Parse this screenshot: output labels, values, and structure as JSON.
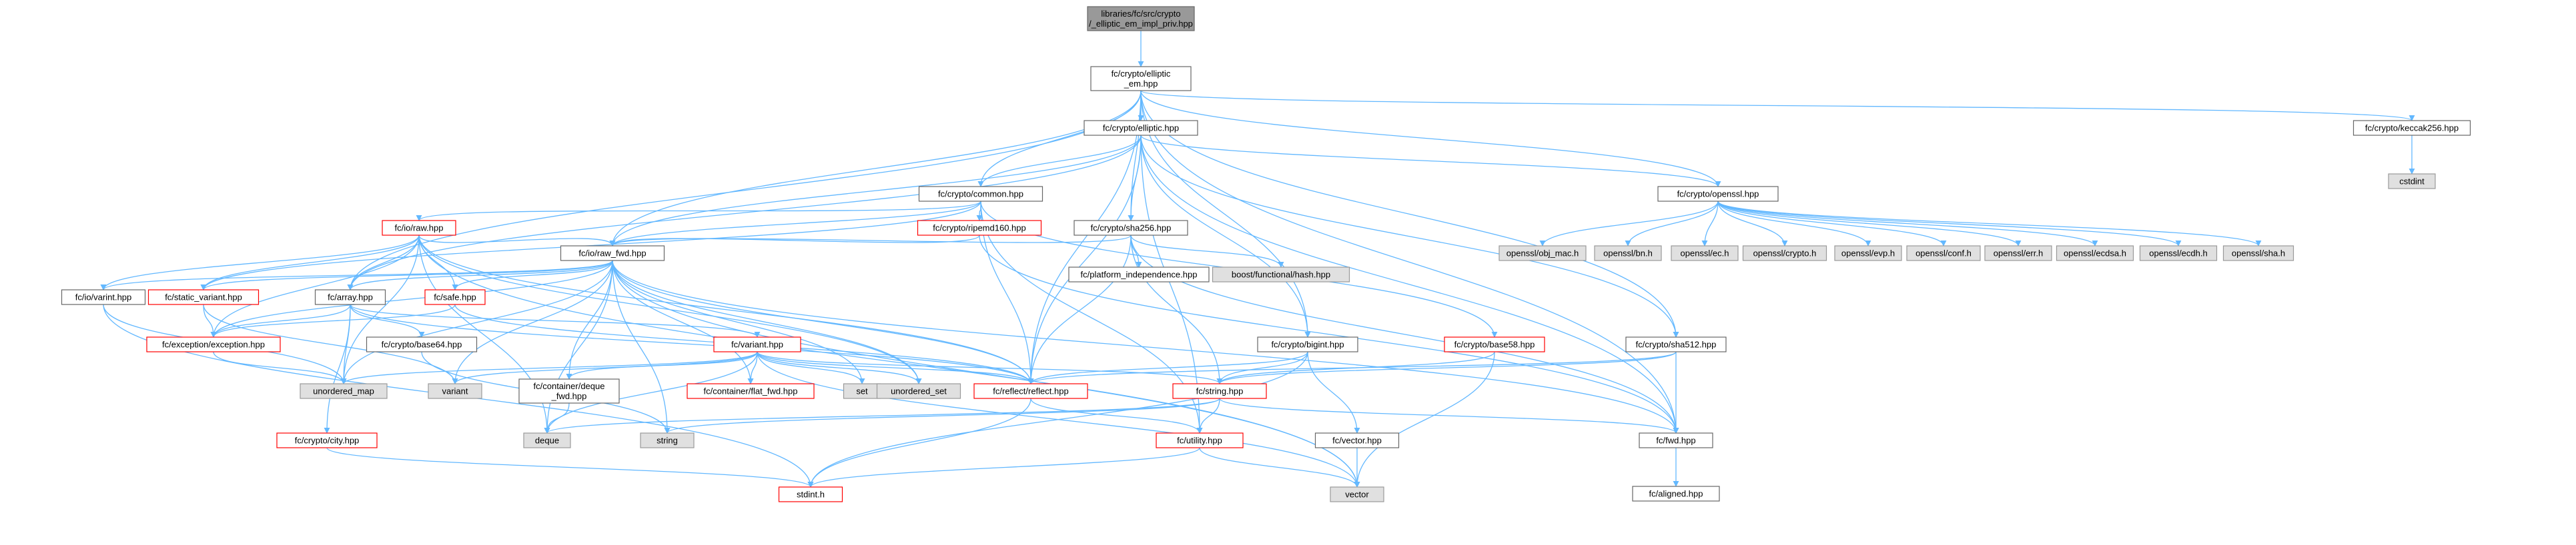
{
  "colors": {
    "edge": "#63b8ff",
    "root_fill": "#999999",
    "root_stroke": "#666666",
    "node_fill": "#ffffff",
    "node_stroke": "#666666",
    "missing_stroke": "#ff0000",
    "system_fill": "#e0e0e0",
    "system_stroke": "#999999"
  },
  "nodes": [
    {
      "id": "root",
      "kind": "root",
      "lines": [
        "libraries/fc/src/crypto",
        "/_elliptic_em_impl_priv.hpp"
      ]
    },
    {
      "id": "elliptic_em",
      "kind": "normal",
      "lines": [
        "fc/crypto/elliptic",
        "_em.hpp"
      ]
    },
    {
      "id": "elliptic",
      "kind": "normal",
      "lines": [
        "fc/crypto/elliptic.hpp"
      ]
    },
    {
      "id": "keccak",
      "kind": "normal",
      "lines": [
        "fc/crypto/keccak256.hpp"
      ]
    },
    {
      "id": "cstdint",
      "kind": "system",
      "lines": [
        "cstdint"
      ]
    },
    {
      "id": "openssl",
      "kind": "normal",
      "lines": [
        "fc/crypto/openssl.hpp"
      ]
    },
    {
      "id": "common",
      "kind": "normal",
      "lines": [
        "fc/crypto/common.hpp"
      ]
    },
    {
      "id": "sha256",
      "kind": "normal",
      "lines": [
        "fc/crypto/sha256.hpp"
      ]
    },
    {
      "id": "ripemd",
      "kind": "missing",
      "lines": [
        "fc/crypto/ripemd160.hpp"
      ]
    },
    {
      "id": "raw",
      "kind": "missing",
      "lines": [
        "fc/io/raw.hpp"
      ]
    },
    {
      "id": "raw_fwd",
      "kind": "normal",
      "lines": [
        "fc/io/raw_fwd.hpp"
      ]
    },
    {
      "id": "platform",
      "kind": "normal",
      "lines": [
        "fc/platform_independence.hpp"
      ]
    },
    {
      "id": "boost_hash",
      "kind": "system",
      "lines": [
        "boost/functional/hash.hpp"
      ]
    },
    {
      "id": "objmac",
      "kind": "system",
      "lines": [
        "openssl/obj_mac.h"
      ]
    },
    {
      "id": "bn",
      "kind": "system",
      "lines": [
        "openssl/bn.h"
      ]
    },
    {
      "id": "ec",
      "kind": "system",
      "lines": [
        "openssl/ec.h"
      ]
    },
    {
      "id": "crypto",
      "kind": "system",
      "lines": [
        "openssl/crypto.h"
      ]
    },
    {
      "id": "evp",
      "kind": "system",
      "lines": [
        "openssl/evp.h"
      ]
    },
    {
      "id": "conf",
      "kind": "system",
      "lines": [
        "openssl/conf.h"
      ]
    },
    {
      "id": "err",
      "kind": "system",
      "lines": [
        "openssl/err.h"
      ]
    },
    {
      "id": "ecdsa",
      "kind": "system",
      "lines": [
        "openssl/ecdsa.h"
      ]
    },
    {
      "id": "ecdh",
      "kind": "system",
      "lines": [
        "openssl/ecdh.h"
      ]
    },
    {
      "id": "sha_h",
      "kind": "system",
      "lines": [
        "openssl/sha.h"
      ]
    },
    {
      "id": "varint",
      "kind": "normal",
      "lines": [
        "fc/io/varint.hpp"
      ]
    },
    {
      "id": "static_variant",
      "kind": "missing",
      "lines": [
        "fc/static_variant.hpp"
      ]
    },
    {
      "id": "array",
      "kind": "normal",
      "lines": [
        "fc/array.hpp"
      ]
    },
    {
      "id": "safe",
      "kind": "missing",
      "lines": [
        "fc/safe.hpp"
      ]
    },
    {
      "id": "exception",
      "kind": "missing",
      "lines": [
        "fc/exception/exception.hpp"
      ]
    },
    {
      "id": "base64",
      "kind": "normal",
      "lines": [
        "fc/crypto/base64.hpp"
      ]
    },
    {
      "id": "variant",
      "kind": "missing",
      "lines": [
        "fc/variant.hpp"
      ]
    },
    {
      "id": "bigint",
      "kind": "normal",
      "lines": [
        "fc/crypto/bigint.hpp"
      ]
    },
    {
      "id": "base58",
      "kind": "missing",
      "lines": [
        "fc/crypto/base58.hpp"
      ]
    },
    {
      "id": "sha512",
      "kind": "normal",
      "lines": [
        "fc/crypto/sha512.hpp"
      ]
    },
    {
      "id": "unordered_map",
      "kind": "system",
      "lines": [
        "unordered_map"
      ]
    },
    {
      "id": "variant_sys",
      "kind": "system",
      "lines": [
        "variant"
      ]
    },
    {
      "id": "deque_fwd",
      "kind": "normal",
      "lines": [
        "fc/container/deque",
        "_fwd.hpp"
      ]
    },
    {
      "id": "flat_fwd",
      "kind": "missing",
      "lines": [
        "fc/container/flat_fwd.hpp"
      ]
    },
    {
      "id": "set",
      "kind": "system",
      "lines": [
        "set"
      ]
    },
    {
      "id": "unordered_set",
      "kind": "system",
      "lines": [
        "unordered_set"
      ]
    },
    {
      "id": "reflect",
      "kind": "missing",
      "lines": [
        "fc/reflect/reflect.hpp"
      ]
    },
    {
      "id": "string",
      "kind": "missing",
      "lines": [
        "fc/string.hpp"
      ]
    },
    {
      "id": "city",
      "kind": "missing",
      "lines": [
        "fc/crypto/city.hpp"
      ]
    },
    {
      "id": "deque",
      "kind": "system",
      "lines": [
        "deque"
      ]
    },
    {
      "id": "string_sys",
      "kind": "system",
      "lines": [
        "string"
      ]
    },
    {
      "id": "utility",
      "kind": "missing",
      "lines": [
        "fc/utility.hpp"
      ]
    },
    {
      "id": "vector_hpp",
      "kind": "normal",
      "lines": [
        "fc/vector.hpp"
      ]
    },
    {
      "id": "fwd",
      "kind": "normal",
      "lines": [
        "fc/fwd.hpp"
      ]
    },
    {
      "id": "aligned",
      "kind": "normal",
      "lines": [
        "fc/aligned.hpp"
      ]
    },
    {
      "id": "stdint",
      "kind": "missing",
      "lines": [
        "stdint.h"
      ]
    },
    {
      "id": "vector_sys",
      "kind": "system",
      "lines": [
        "vector"
      ]
    }
  ],
  "edges": [
    [
      "root",
      "elliptic_em"
    ],
    [
      "elliptic_em",
      "elliptic"
    ],
    [
      "elliptic_em",
      "keccak"
    ],
    [
      "elliptic_em",
      "openssl"
    ],
    [
      "elliptic_em",
      "common"
    ],
    [
      "elliptic_em",
      "sha256"
    ],
    [
      "elliptic_em",
      "raw_fwd"
    ],
    [
      "elliptic_em",
      "array"
    ],
    [
      "elliptic_em",
      "reflect"
    ],
    [
      "elliptic_em",
      "bigint"
    ],
    [
      "elliptic_em",
      "sha512"
    ],
    [
      "elliptic_em",
      "fwd"
    ],
    [
      "keccak",
      "cstdint"
    ],
    [
      "elliptic",
      "common"
    ],
    [
      "elliptic",
      "openssl"
    ],
    [
      "elliptic",
      "sha256"
    ],
    [
      "elliptic",
      "sha512"
    ],
    [
      "elliptic",
      "array"
    ],
    [
      "elliptic",
      "raw_fwd"
    ],
    [
      "elliptic",
      "reflect"
    ],
    [
      "elliptic",
      "bigint"
    ],
    [
      "elliptic",
      "utility"
    ],
    [
      "elliptic",
      "fwd"
    ],
    [
      "openssl",
      "objmac"
    ],
    [
      "openssl",
      "bn"
    ],
    [
      "openssl",
      "ec"
    ],
    [
      "openssl",
      "crypto"
    ],
    [
      "openssl",
      "evp"
    ],
    [
      "openssl",
      "conf"
    ],
    [
      "openssl",
      "err"
    ],
    [
      "openssl",
      "ecdsa"
    ],
    [
      "openssl",
      "ecdh"
    ],
    [
      "openssl",
      "sha_h"
    ],
    [
      "common",
      "ripemd"
    ],
    [
      "common",
      "raw"
    ],
    [
      "common",
      "raw_fwd"
    ],
    [
      "common",
      "reflect"
    ],
    [
      "common",
      "static_variant"
    ],
    [
      "common",
      "base58"
    ],
    [
      "common",
      "utility"
    ],
    [
      "ripemd",
      "raw_fwd"
    ],
    [
      "ripemd",
      "fwd"
    ],
    [
      "sha256",
      "platform"
    ],
    [
      "sha256",
      "boost_hash"
    ],
    [
      "sha256",
      "raw_fwd"
    ],
    [
      "sha256",
      "string"
    ],
    [
      "sha256",
      "reflect"
    ],
    [
      "sha256",
      "fwd"
    ],
    [
      "raw",
      "raw_fwd"
    ],
    [
      "raw",
      "varint"
    ],
    [
      "raw",
      "static_variant"
    ],
    [
      "raw",
      "array"
    ],
    [
      "raw",
      "safe"
    ],
    [
      "raw",
      "exception"
    ],
    [
      "raw",
      "reflect"
    ],
    [
      "raw",
      "unordered_map"
    ],
    [
      "raw",
      "deque"
    ],
    [
      "raw",
      "vector_sys"
    ],
    [
      "raw",
      "unordered_set"
    ],
    [
      "raw_fwd",
      "varint"
    ],
    [
      "raw_fwd",
      "static_variant"
    ],
    [
      "raw_fwd",
      "array"
    ],
    [
      "raw_fwd",
      "safe"
    ],
    [
      "raw_fwd",
      "exception"
    ],
    [
      "raw_fwd",
      "deque_fwd"
    ],
    [
      "raw_fwd",
      "flat_fwd"
    ],
    [
      "raw_fwd",
      "set"
    ],
    [
      "raw_fwd",
      "unordered_set"
    ],
    [
      "raw_fwd",
      "unordered_map"
    ],
    [
      "raw_fwd",
      "variant_sys"
    ],
    [
      "raw_fwd",
      "deque"
    ],
    [
      "raw_fwd",
      "string_sys"
    ],
    [
      "raw_fwd",
      "reflect"
    ],
    [
      "raw_fwd",
      "vector_sys"
    ],
    [
      "raw_fwd",
      "fwd"
    ],
    [
      "varint",
      "unordered_map"
    ],
    [
      "varint",
      "stdint"
    ],
    [
      "static_variant",
      "exception"
    ],
    [
      "static_variant",
      "variant_sys"
    ],
    [
      "array",
      "exception"
    ],
    [
      "array",
      "base64"
    ],
    [
      "array",
      "variant"
    ],
    [
      "array",
      "unordered_map"
    ],
    [
      "array",
      "reflect"
    ],
    [
      "array",
      "city"
    ],
    [
      "safe",
      "exception"
    ],
    [
      "safe",
      "reflect"
    ],
    [
      "exception",
      "unordered_map"
    ],
    [
      "base64",
      "string_sys"
    ],
    [
      "variant",
      "deque_fwd"
    ],
    [
      "variant",
      "flat_fwd"
    ],
    [
      "variant",
      "set"
    ],
    [
      "variant",
      "unordered_set"
    ],
    [
      "variant",
      "unordered_map"
    ],
    [
      "variant",
      "variant_sys"
    ],
    [
      "variant",
      "deque"
    ],
    [
      "variant",
      "string"
    ],
    [
      "variant",
      "reflect"
    ],
    [
      "variant",
      "vector_sys"
    ],
    [
      "deque_fwd",
      "deque"
    ],
    [
      "bigint",
      "string"
    ],
    [
      "bigint",
      "vector_hpp"
    ],
    [
      "bigint",
      "stdint"
    ],
    [
      "bigint",
      "reflect"
    ],
    [
      "base58",
      "string"
    ],
    [
      "base58",
      "vector_sys"
    ],
    [
      "sha512",
      "string"
    ],
    [
      "sha512",
      "reflect"
    ],
    [
      "sha512",
      "fwd"
    ],
    [
      "reflect",
      "utility"
    ],
    [
      "reflect",
      "stdint"
    ],
    [
      "string",
      "utility"
    ],
    [
      "string",
      "fwd"
    ],
    [
      "string",
      "deque"
    ],
    [
      "string",
      "string_sys"
    ],
    [
      "utility",
      "stdint"
    ],
    [
      "utility",
      "vector_sys"
    ],
    [
      "city",
      "stdint"
    ],
    [
      "vector_hpp",
      "vector_sys"
    ],
    [
      "fwd",
      "aligned"
    ]
  ]
}
